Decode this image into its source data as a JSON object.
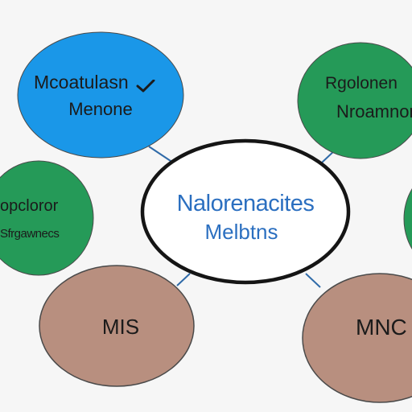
{
  "colors": {
    "background": "#f6f6f6",
    "blue_node": "#1a97e8",
    "green_node": "#259a58",
    "brown_node": "#b88f7f",
    "center_node_fill": "#ffffff",
    "center_node_stroke": "#151515",
    "connector": "#2f6aa8",
    "node_stroke": "#4a4a4a",
    "center_text": "#2b6fc0",
    "node_text": "#1b1b1b"
  },
  "center_node": {
    "line1": "Nalorenacites",
    "line2": "Melbtns"
  },
  "nodes": {
    "top_left": {
      "line1": "Mcoatulasn",
      "line2": "Menone",
      "icon": "check-icon"
    },
    "top_right": {
      "line1": "Rgolonen",
      "line2": "Nroamnon"
    },
    "mid_left": {
      "line1": "opcloror",
      "line2": "Sfrgawnecs"
    },
    "bottom_left": {
      "line1": "MIS"
    },
    "bottom_right": {
      "line1": "MNC"
    }
  }
}
